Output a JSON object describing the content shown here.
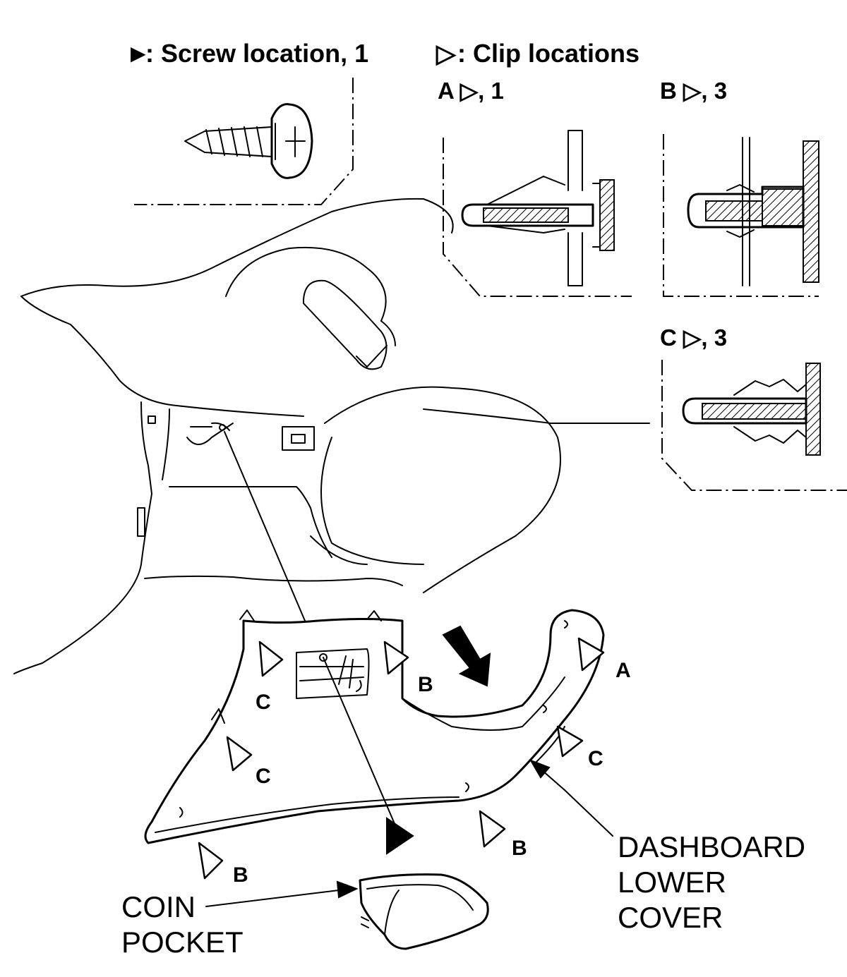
{
  "legend": {
    "screw_symbol": "►",
    "screw_text": ": Screw location, 1",
    "clip_symbol": "▷",
    "clip_text": ": Clip locations"
  },
  "details": {
    "a": "A ▷, 1",
    "b": "B ▷, 3",
    "c": "C ▷, 3"
  },
  "clip_labels": {
    "c_left_upper": "C",
    "b_center": "B",
    "a_right": "A",
    "c_left_lower": "C",
    "c_right": "C",
    "b_lower_left": "B",
    "b_lower_mid": "B"
  },
  "callouts": {
    "dashboard_line1": "DASHBOARD",
    "dashboard_line2": "LOWER",
    "dashboard_line3": "COVER",
    "coin_line1": "COIN",
    "coin_line2": "POCKET"
  }
}
